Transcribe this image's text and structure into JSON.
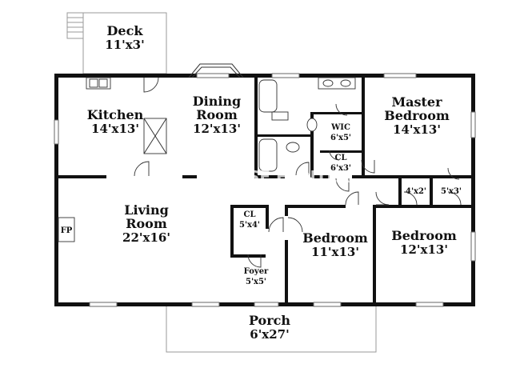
{
  "rooms": {
    "deck": {
      "name": "Deck",
      "dims": "11'x3'"
    },
    "kitchen": {
      "name": "Kitchen",
      "dims": "14'x13'"
    },
    "dining": {
      "name_line1": "Dining",
      "name_line2": "Room",
      "dims": "12'x13'"
    },
    "master": {
      "name_line1": "Master",
      "name_line2": "Bedroom",
      "dims": "14'x13'"
    },
    "wic": {
      "name": "WIC",
      "dims": "6'x5'"
    },
    "master_closet": {
      "name": "CL",
      "dims": "6'x3'"
    },
    "closet_a": {
      "dims": "4'x2'"
    },
    "closet_b": {
      "dims": "5'x3'"
    },
    "living": {
      "name_line1": "Living",
      "name_line2": "Room",
      "dims": "22'x16'"
    },
    "fireplace": {
      "label": "FP"
    },
    "hall_closet": {
      "name": "CL",
      "dims": "5'x4'"
    },
    "foyer": {
      "name": "Foyer",
      "dims": "5'x5'"
    },
    "bedroom_center": {
      "name": "Bedroom",
      "dims": "11'x13'"
    },
    "bedroom_right": {
      "name": "Bedroom",
      "dims": "12'x13'"
    },
    "porch": {
      "name": "Porch",
      "dims": "6'x27'"
    }
  },
  "watermark": {
    "line1": "HOUSE HUNTER",
    "line2": "RENEWAL"
  }
}
